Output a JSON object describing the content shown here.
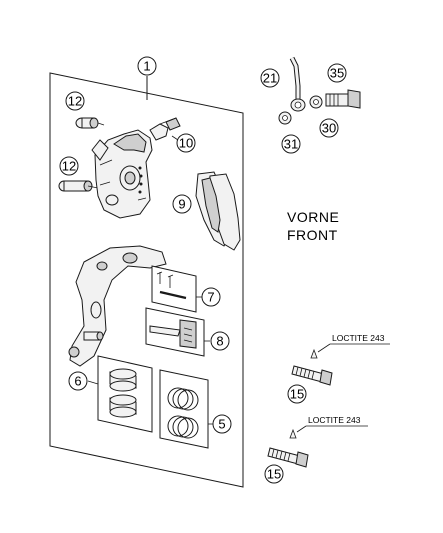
{
  "callouts": {
    "c1": "1",
    "c5": "5",
    "c6": "6",
    "c7": "7",
    "c8": "8",
    "c9": "9",
    "c10": "10",
    "c12a": "12",
    "c12b": "12",
    "c15a": "15",
    "c15b": "15",
    "c21": "21",
    "c30": "30",
    "c31": "31",
    "c35": "35"
  },
  "labels": {
    "vorne": "VORNE",
    "front": "FRONT",
    "loctite_a": "LOCTITE 243",
    "loctite_b": "LOCTITE 243"
  }
}
